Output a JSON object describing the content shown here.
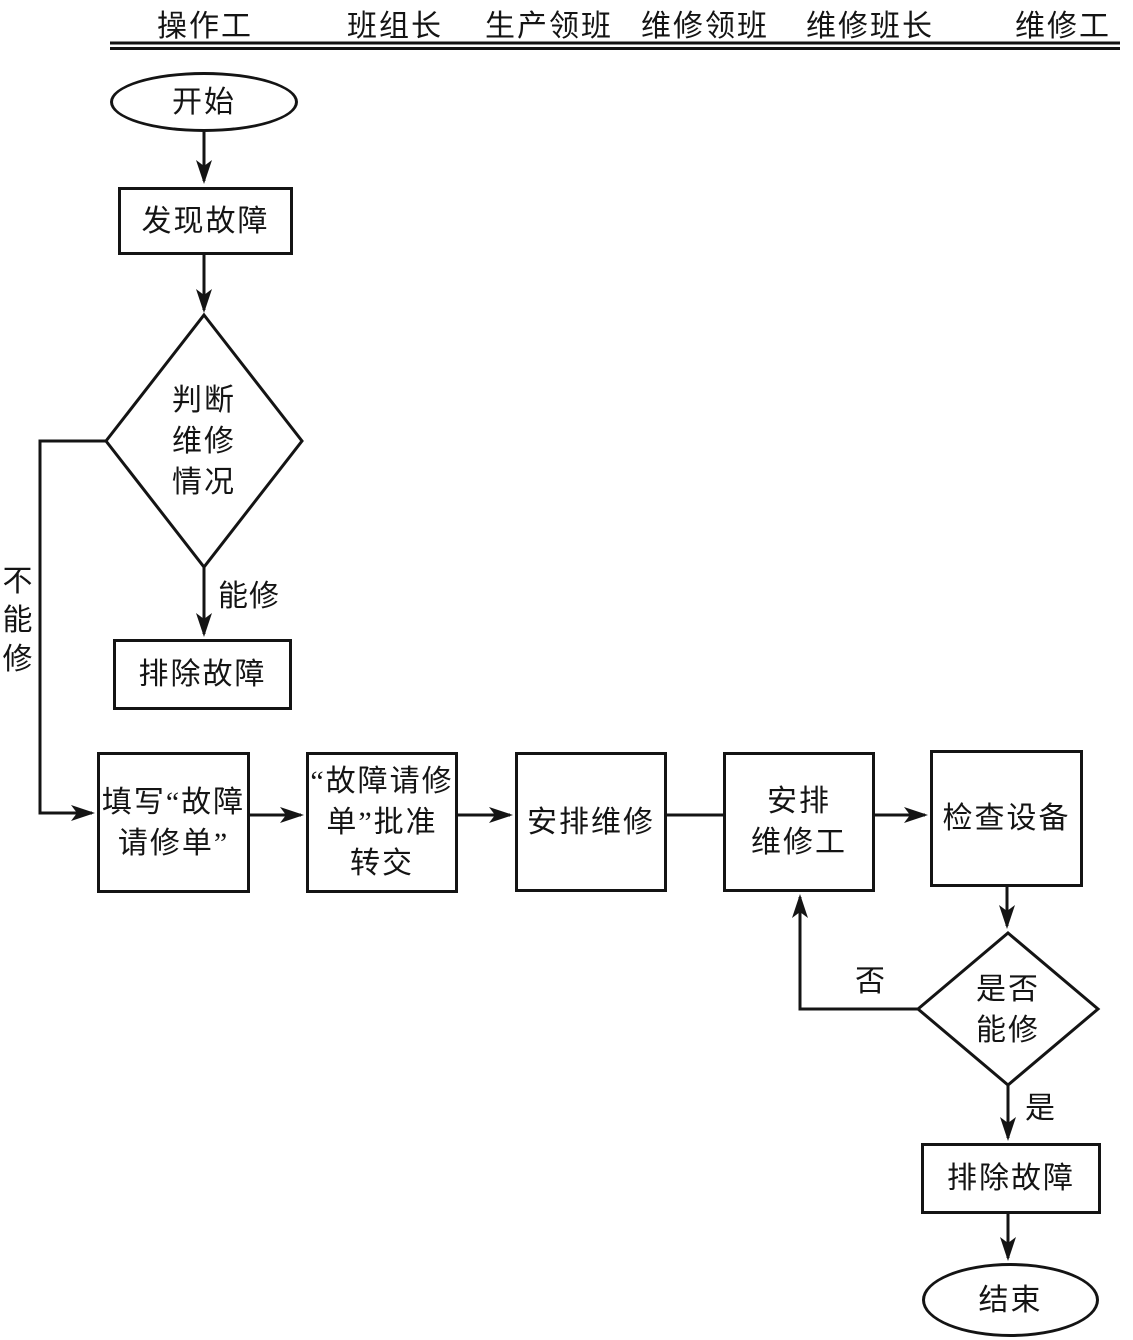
{
  "header": {
    "columns": [
      "操作工",
      "班组长",
      "生产领班",
      "维修领班",
      "维修班长",
      "维修工"
    ]
  },
  "nodes": {
    "start": "开始",
    "find_fault": "发现故障",
    "judge_repair": "判断\n维修\n情况",
    "fix_fault_1": "排除故障",
    "fill_form": "填写“故障\n请修单”",
    "approve_form": "“故障请修\n单”批准\n转交",
    "arrange_repair": "安排维修",
    "arrange_worker": "安排\n维修工",
    "check_equipment": "检查设备",
    "can_repair_q": "是否\n能修",
    "fix_fault_2": "排除故障",
    "end": "结束"
  },
  "edge_labels": {
    "can_repair": "能修",
    "cannot_repair": "不\n能\n修",
    "no": "否",
    "yes": "是"
  },
  "colors": {
    "line": "#141414",
    "background": "#ffffff"
  }
}
